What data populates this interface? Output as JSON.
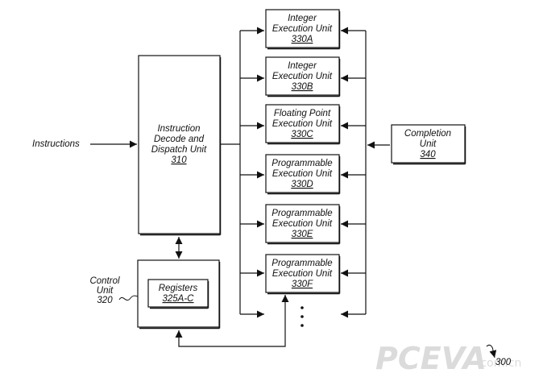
{
  "input_label": "Instructions",
  "decode_unit": {
    "lines": [
      "Instruction",
      "Decode and",
      "Dispatch Unit"
    ],
    "ref": "310"
  },
  "execution_units": [
    {
      "lines": [
        "Integer",
        "Execution Unit"
      ],
      "ref": "330A"
    },
    {
      "lines": [
        "Integer",
        "Execution Unit"
      ],
      "ref": "330B"
    },
    {
      "lines": [
        "Floating Point",
        "Execution Unit"
      ],
      "ref": "330C"
    },
    {
      "lines": [
        "Programmable",
        "Execution Unit"
      ],
      "ref": "330D"
    },
    {
      "lines": [
        "Programmable",
        "Execution Unit"
      ],
      "ref": "330E"
    },
    {
      "lines": [
        "Programmable",
        "Execution Unit"
      ],
      "ref": "330F"
    }
  ],
  "completion_unit": {
    "lines": [
      "Completion",
      "Unit"
    ],
    "ref": "340"
  },
  "control_unit": {
    "lines": [
      "Control",
      "Unit"
    ],
    "ref": "320"
  },
  "registers": {
    "lines": [
      "Registers"
    ],
    "ref": "325A-C"
  },
  "figure_ref": "300",
  "watermark": {
    "main": "PCEVA",
    "suffix": ".com.cn"
  }
}
